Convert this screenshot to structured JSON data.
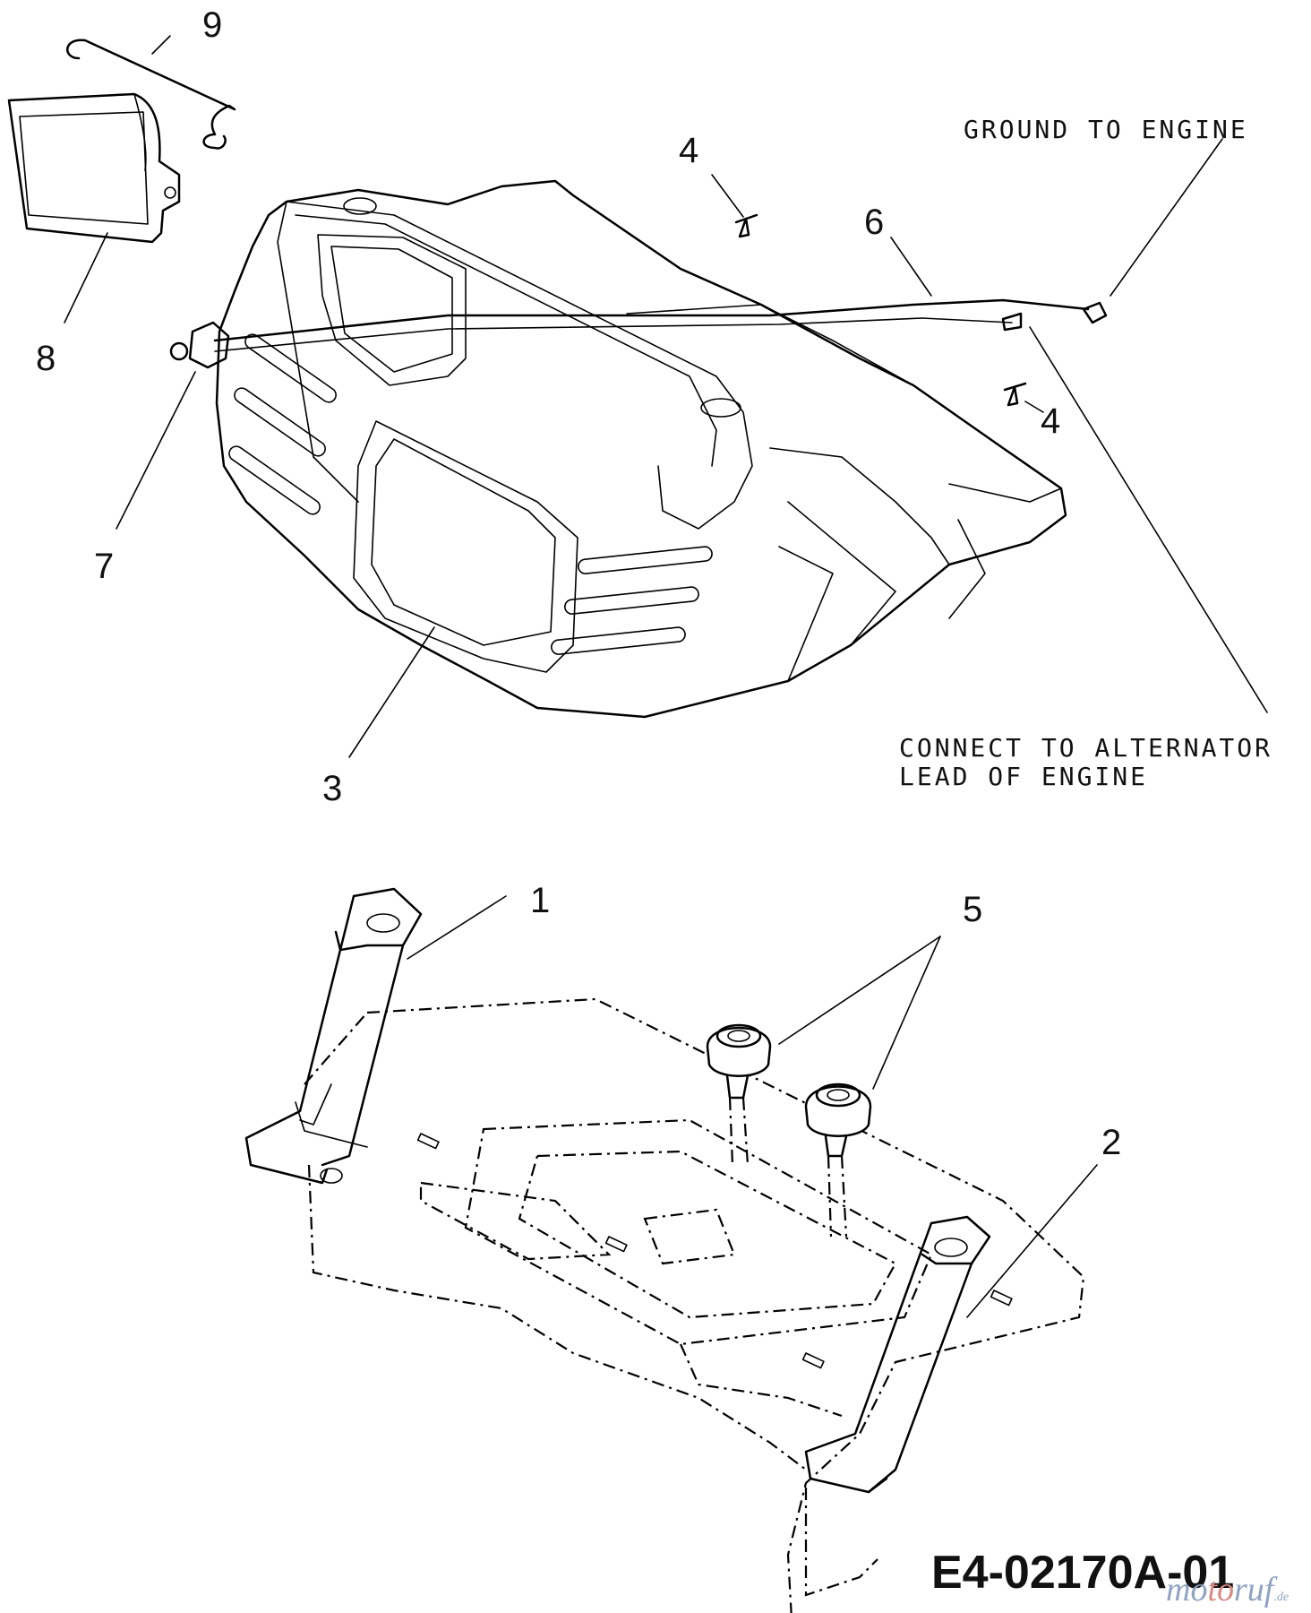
{
  "callouts": {
    "c1": "1",
    "c2": "2",
    "c3": "3",
    "c4a": "4",
    "c4b": "4",
    "c5": "5",
    "c6": "6",
    "c7": "7",
    "c8": "8",
    "c9": "9"
  },
  "notes": {
    "ground": "GROUND TO ENGINE",
    "alternator_1": "CONNECT TO ALTERNATOR",
    "alternator_2": "LEAD OF ENGINE"
  },
  "drawing_code": "E4-02170A-01",
  "watermark": {
    "part1": "mo",
    "part2": "to",
    "part3": "ruf",
    "suffix": ".de"
  }
}
